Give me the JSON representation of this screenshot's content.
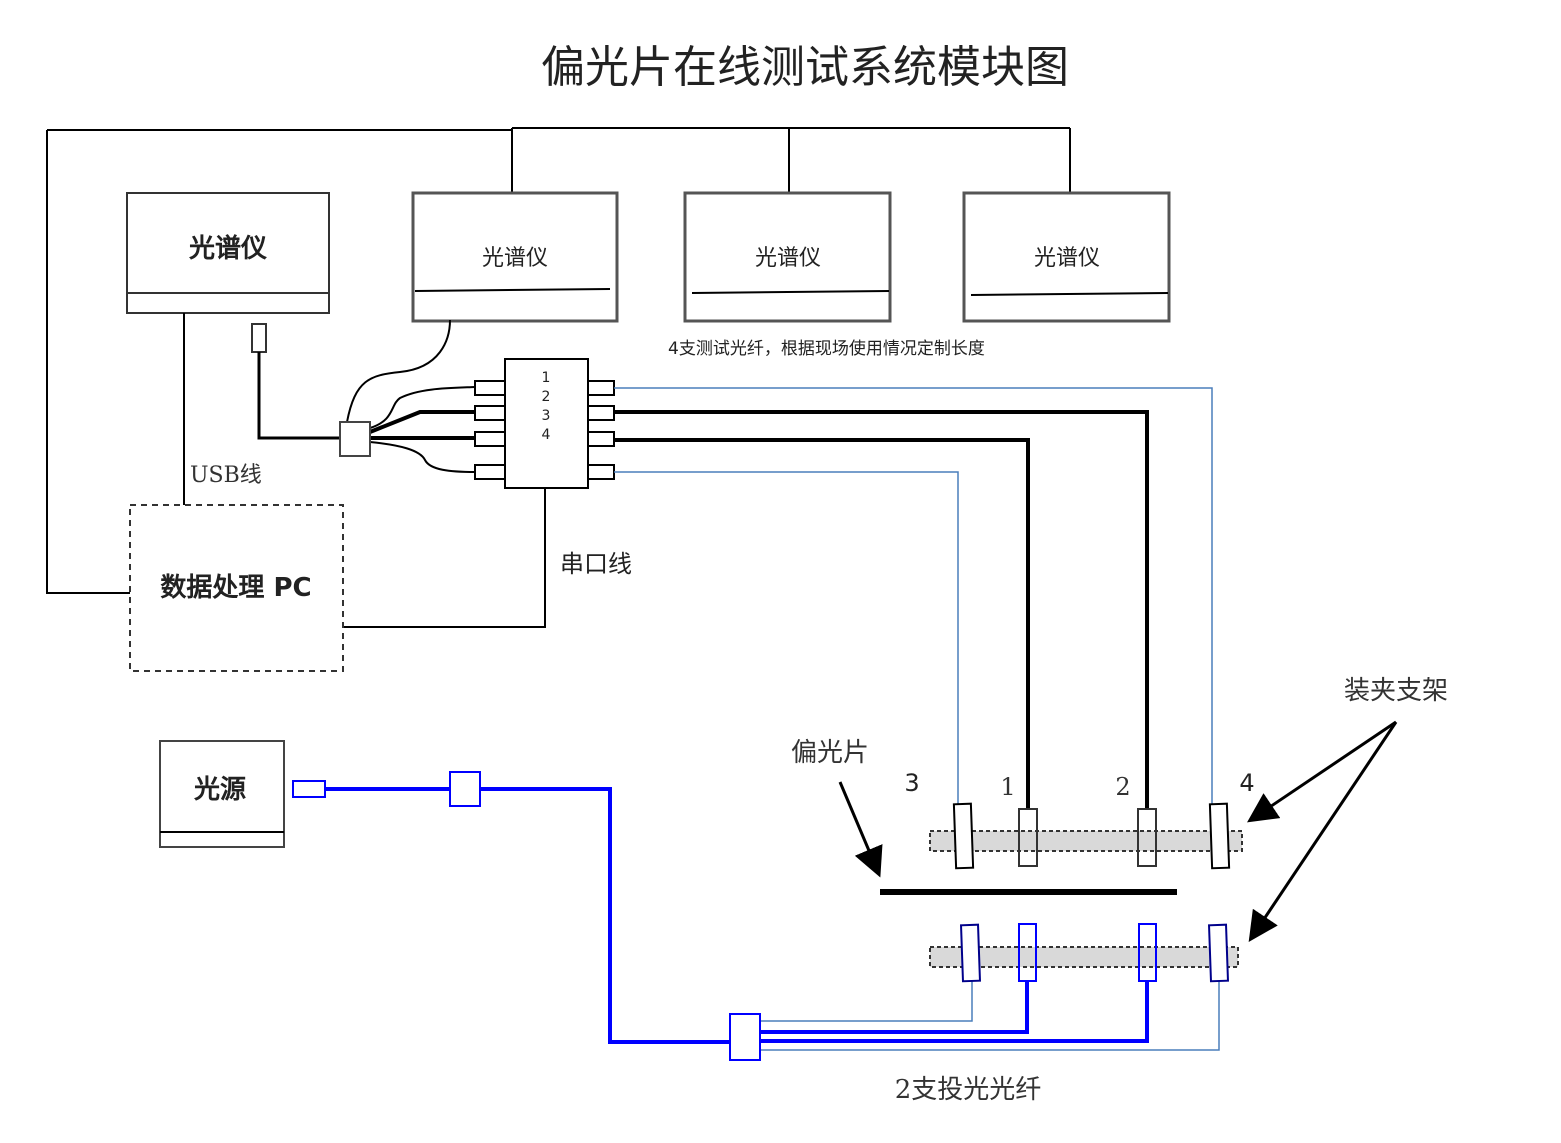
{
  "title": "偏光片在线测试系统模块图",
  "components": {
    "spectrometer_main": "光谱仪",
    "spectrometers": [
      "光谱仪",
      "光谱仪",
      "光谱仪"
    ],
    "pc": "数据处理 PC",
    "light_source": "光源",
    "switch_channels": [
      "1",
      "2",
      "3",
      "4"
    ]
  },
  "labels": {
    "usb_cable": "USB线",
    "serial_cable": "串口线",
    "test_fiber_note": "4支测试光纤，根据现场使用情况定制长度",
    "clamp_bracket": "装夹支架",
    "polarizer": "偏光片",
    "projection_fiber": "2支投光光纤",
    "probe_3": "3",
    "probe_1": "1",
    "probe_2": "2",
    "probe_4": "4"
  },
  "colors": {
    "line_black": "#000000",
    "box_gray": "#555555",
    "fiber_thin_blue": "#4a7ebb",
    "fiber_blue": "#0000ff",
    "bracket_fill": "#d9d9d9"
  }
}
